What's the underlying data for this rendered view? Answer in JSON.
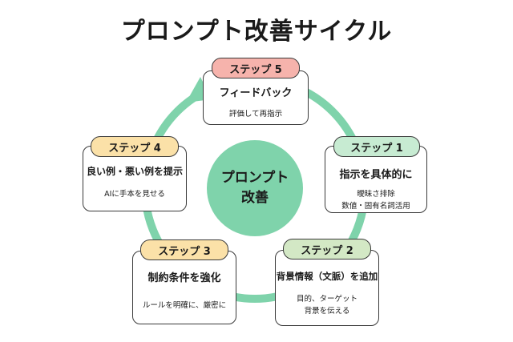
{
  "title": "プロンプト改善サイクル",
  "center": {
    "line1": "プロンプト",
    "line2": "改善"
  },
  "colors": {
    "ring": "#7fd3ab",
    "center": "#7fd3ab",
    "step1": "#c7ebd2",
    "step2": "#d3e8c5",
    "step3": "#fbe1a8",
    "step4": "#fbe1a8",
    "step5": "#f6b3ac"
  },
  "steps": [
    {
      "label": "ステップ 1",
      "heading": "指示を具体的に",
      "desc": [
        "曖昧さ排除",
        "数値・固有名詞活用"
      ]
    },
    {
      "label": "ステップ 2",
      "heading": "背景情報（文脈）を追加",
      "desc": [
        "目的、ターゲット",
        "背景を伝える"
      ]
    },
    {
      "label": "ステップ 3",
      "heading": "制約条件を強化",
      "desc": [
        "ルールを明確に、厳密に"
      ]
    },
    {
      "label": "ステップ 4",
      "heading": "良い例・悪い例を提示",
      "desc": [
        "AIに手本を見せる"
      ]
    },
    {
      "label": "ステップ 5",
      "heading": "フィードバック",
      "desc": [
        "評価して再指示"
      ]
    }
  ]
}
